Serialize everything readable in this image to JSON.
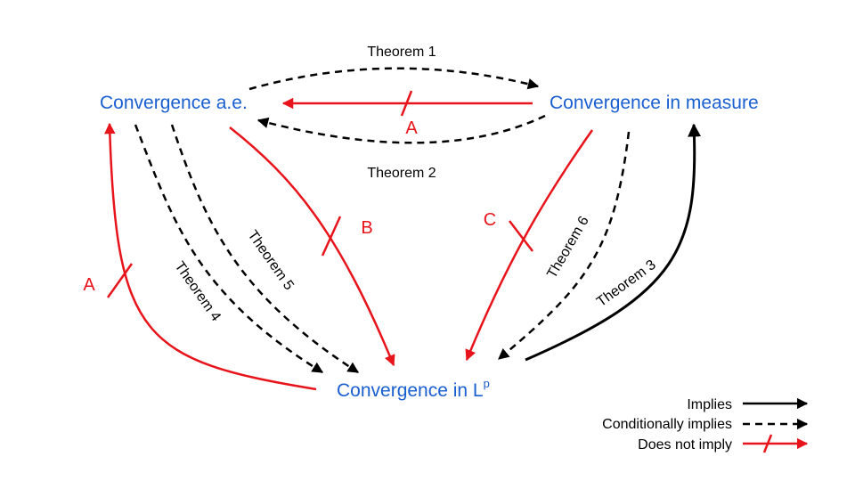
{
  "colors": {
    "node": "#1a5fd0",
    "implies": "#000000",
    "conditional": "#000000",
    "not_imply": "#e8141c"
  },
  "nodes": {
    "ae": "Convergence a.e.",
    "measure": "Convergence in measure",
    "lp": "Convergence in L",
    "lp_sup": "p"
  },
  "edges": {
    "thm1": "Theorem 1",
    "thm2": "Theorem 2",
    "thm3": "Theorem 3",
    "thm4": "Theorem 4",
    "thm5": "Theorem 5",
    "thm6": "Theorem 6",
    "a_top": "A",
    "a_left": "A",
    "b": "B",
    "c": "C"
  },
  "legend": {
    "implies": "Implies",
    "conditional": "Conditionally implies",
    "not_imply": "Does not imply"
  }
}
